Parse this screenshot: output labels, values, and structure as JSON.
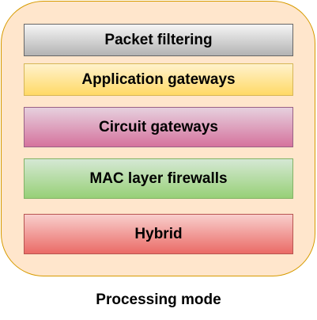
{
  "layers": [
    {
      "label": "Packet filtering",
      "fill_top": "#f5f5f5",
      "fill_bottom": "#b3b3b3",
      "stroke": "#666666"
    },
    {
      "label": "Application gateways",
      "fill_top": "#fff2cc",
      "fill_bottom": "#ffd966",
      "stroke": "#d6b656"
    },
    {
      "label": "Circuit gateways",
      "fill_top": "#e6d0de",
      "fill_bottom": "#d5739d",
      "stroke": "#996185"
    },
    {
      "label": "MAC layer firewalls",
      "fill_top": "#d5e8d4",
      "fill_bottom": "#97d077",
      "stroke": "#82b366"
    },
    {
      "label": "Hybrid",
      "fill_top": "#f8cecc",
      "fill_bottom": "#ea6b66",
      "stroke": "#b85450"
    }
  ],
  "container": {
    "fill": "#ffe6cc",
    "stroke": "#d79b00"
  },
  "caption": "Processing mode"
}
